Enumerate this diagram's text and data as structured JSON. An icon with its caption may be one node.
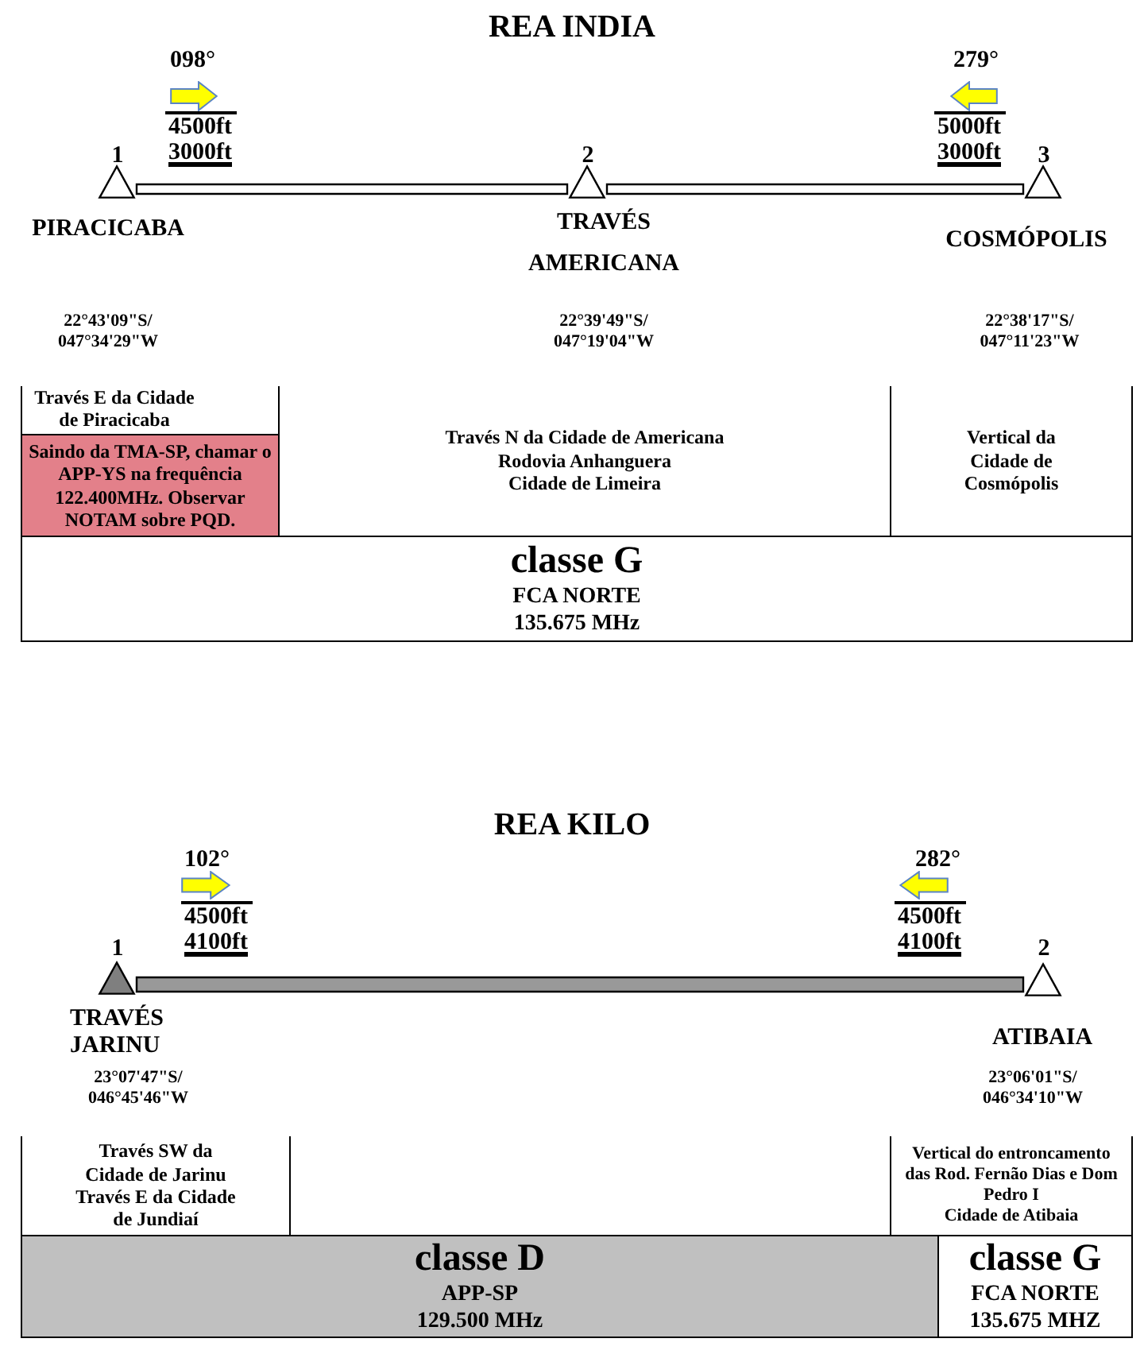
{
  "diagram": {
    "nodes": [
      {
        "text": [],
        "shape": "triangle",
        "beside": [
          "1",
          "PIRACICABA"
        ]
      },
      {
        "text": [],
        "shape": "triangle",
        "beside": [
          "2",
          "TRAVÉS AMERICANA"
        ]
      },
      {
        "text": [],
        "shape": "triangle",
        "beside": [
          "3",
          "COSMÓPOLIS"
        ]
      },
      {
        "text": [
          "Través E da Cidade de Piracicaba"
        ]
      },
      {
        "text": [
          "Saindo da TMA-SP, chamar o APP-YS na frequência 122.400MHz. Observar NOTAM sobre PQD."
        ]
      },
      {
        "text": [
          "Través N da Cidade de Americana",
          "Rodovia Anhanguera",
          "Cidade de Limeira"
        ]
      },
      {
        "text": [
          "Vertical da Cidade de Cosmópolis"
        ]
      },
      {
        "text": [
          "classe G",
          "FCA NORTE",
          "135.675 MHz"
        ]
      },
      {
        "text": [],
        "shape": "triangle",
        "beside": [
          "1",
          "TRAVÉS JARINU"
        ]
      },
      {
        "text": [],
        "shape": "triangle",
        "beside": [
          "2",
          "ATIBAIA"
        ]
      },
      {
        "text": [
          "Través SW da Cidade de Jarinu",
          "Través E da Cidade de Jundiaí"
        ]
      },
      {
        "text": [
          "Vertical do entroncamento das Rod. Fernão Dias e Dom Pedro I",
          "Cidade de Atibaia"
        ]
      },
      {
        "text": [
          "classe D",
          "APP-SP",
          "129.500 MHz"
        ]
      },
      {
        "text": [
          "classe G",
          "FCA NORTE",
          "135.675 MHZ"
        ]
      }
    ],
    "edges": [
      {
        "from": 0,
        "to": 1,
        "arrow": "none",
        "style": "thick"
      },
      {
        "from": 1,
        "to": 2,
        "arrow": "none",
        "style": "thick"
      },
      {
        "from": 8,
        "to": 9,
        "arrow": "none",
        "style": "thick",
        "color": "#999999"
      }
    ],
    "labels": [
      "REA INDIA",
      "098°",
      "4500ft",
      "3000ft",
      "279°",
      "5000ft",
      "3000ft",
      "22°43'09\"S/ 047°34'29\"W",
      "22°39'49\"S/ 047°19'04\"W",
      "22°38'17\"S/ 047°11'23\"W",
      "REA KILO",
      "102°",
      "4500ft",
      "4100ft",
      "282°",
      "4500ft",
      "4100ft",
      "23°07'47\"S/ 046°45'46\"W",
      "23°06'01\"S/ 046°34'10\"W"
    ]
  }
}
